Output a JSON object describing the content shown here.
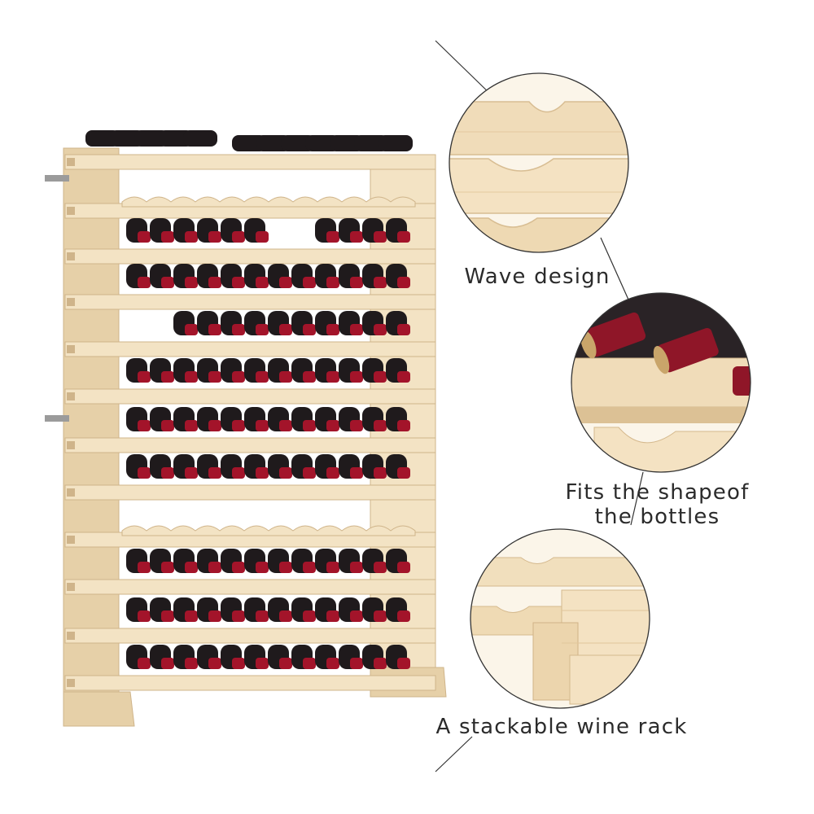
{
  "callouts": [
    {
      "label": "Wave design",
      "icon": "wave-shelf-closeup"
    },
    {
      "label_line1": "Fits the shapeof",
      "label_line2": "the bottles",
      "icon": "bottle-cradle-closeup"
    },
    {
      "label": "A stackable wine rack",
      "icon": "stackable-joint-closeup"
    }
  ],
  "colors": {
    "wood_light": "#f3e3c4",
    "wood_mid": "#e6d0a8",
    "wood_shadow": "#cfb48a",
    "bottle_glass": "#1f1a1c",
    "bottle_cap": "#a3142a",
    "callout_line": "#333333",
    "text": "#2b2b2b"
  }
}
